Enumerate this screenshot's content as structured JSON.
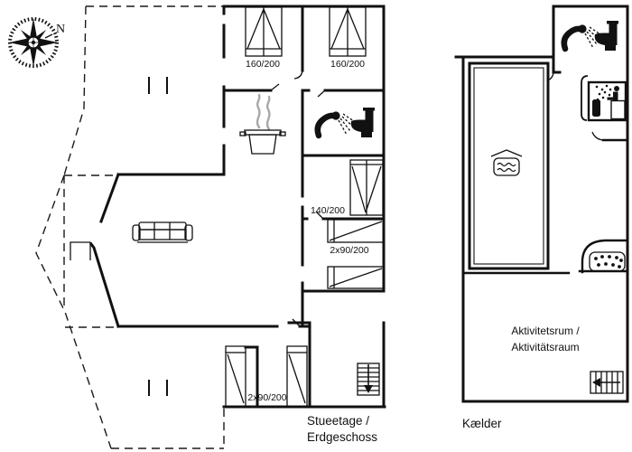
{
  "compass": {
    "north": "N"
  },
  "ground_floor": {
    "label_line1": "Stueetage /",
    "label_line2": "Erdgeschoss",
    "beds": {
      "double_left": "160/200",
      "double_right": "160/200",
      "single_140": "140/200",
      "bunk": "2x90/200",
      "twin_bottom": "2x90/200"
    }
  },
  "basement": {
    "label": "Kælder",
    "activity_room_line1": "Aktivitetsrum /",
    "activity_room_line2": "Aktivitätsraum"
  },
  "icons": {
    "compass": "compass-rose",
    "kitchen": "cooking-pot-with-steam",
    "living_room": "sofa",
    "ground_bathroom": "shower-and-toilet",
    "ground_stairs": "stairs-down-arrow",
    "basement_bathroom": "shower-and-toilet",
    "basement_sauna": "sauna-person-steam",
    "basement_pool": "swimming-pool-waves",
    "basement_whirlpool": "corner-whirlpool-bubbles",
    "basement_stairs": "stairs-left-arrow"
  },
  "colors": {
    "wall": "#111111",
    "background": "#ffffff",
    "steam_gray": "#a8a8a8"
  }
}
